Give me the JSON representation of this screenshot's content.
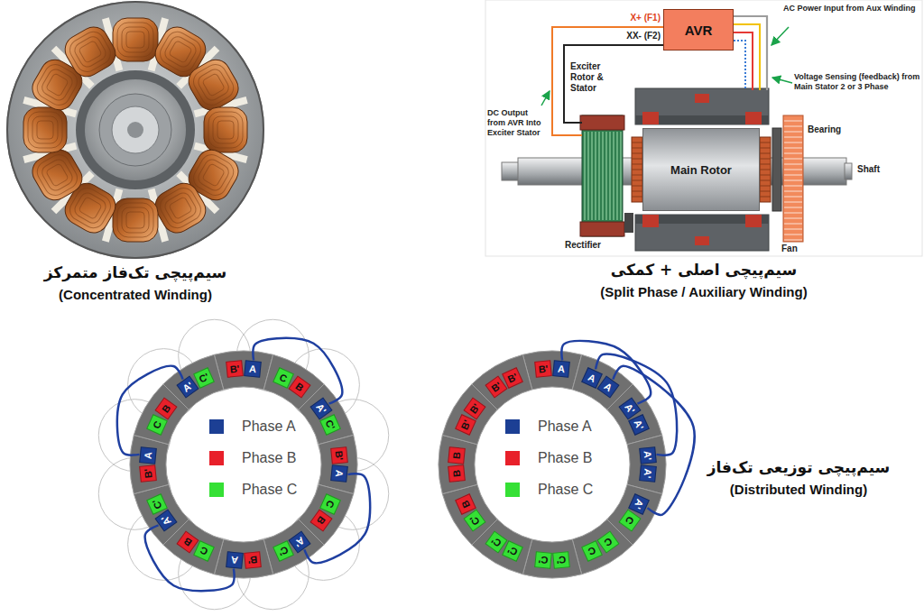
{
  "diagram": {
    "nodes": [
      {
        "text": [
          "AVR"
        ]
      },
      {
        "text": [
          "Main Rotor"
        ]
      },
      {
        "text": [
          "B'"
        ]
      },
      {
        "text": [
          "A"
        ]
      },
      {
        "text": [
          "C"
        ]
      },
      {
        "text": [
          "B"
        ]
      },
      {
        "text": [
          "A'"
        ]
      },
      {
        "text": [
          "C'"
        ]
      },
      {
        "text": [
          "B'"
        ]
      },
      {
        "text": [
          "A"
        ]
      },
      {
        "text": [
          "C"
        ]
      },
      {
        "text": [
          "B"
        ]
      },
      {
        "text": [
          "A'"
        ]
      },
      {
        "text": [
          "C'"
        ]
      },
      {
        "text": [
          "B'"
        ]
      },
      {
        "text": [
          "A"
        ]
      },
      {
        "text": [
          "C"
        ]
      },
      {
        "text": [
          "B"
        ]
      },
      {
        "text": [
          "A'"
        ]
      },
      {
        "text": [
          "C'"
        ]
      },
      {
        "text": [
          "B'"
        ]
      },
      {
        "text": [
          "A"
        ]
      },
      {
        "text": [
          "C"
        ]
      },
      {
        "text": [
          "B"
        ]
      },
      {
        "text": [
          "A'"
        ]
      },
      {
        "text": [
          "C'"
        ]
      },
      {
        "text": [
          "B'"
        ]
      },
      {
        "text": [
          "A"
        ]
      },
      {
        "text": [
          "A"
        ]
      },
      {
        "text": [
          "A"
        ]
      },
      {
        "text": [
          "A'"
        ]
      },
      {
        "text": [
          "A'"
        ]
      },
      {
        "text": [
          "A'"
        ]
      },
      {
        "text": [
          "A'"
        ]
      },
      {
        "text": [
          "A'"
        ]
      },
      {
        "text": [
          "C"
        ]
      },
      {
        "text": [
          "C"
        ]
      },
      {
        "text": [
          "C"
        ]
      },
      {
        "text": [
          "C'"
        ]
      },
      {
        "text": [
          "C'"
        ]
      },
      {
        "text": [
          "C'"
        ]
      },
      {
        "text": [
          "C'"
        ]
      },
      {
        "text": [
          "C'"
        ]
      },
      {
        "text": [
          "B"
        ]
      },
      {
        "text": [
          "B"
        ]
      },
      {
        "text": [
          "B"
        ]
      },
      {
        "text": [
          "B'"
        ]
      },
      {
        "text": [
          "B'"
        ]
      },
      {
        "text": [
          "B'"
        ]
      },
      {
        "text": [
          "B'"
        ]
      }
    ],
    "edges": [
      {
        "from": 3,
        "to": 6,
        "arrow": "none"
      },
      {
        "from": 9,
        "to": 12,
        "arrow": "none"
      },
      {
        "from": 15,
        "to": 18,
        "arrow": "none"
      },
      {
        "from": 21,
        "to": 24,
        "arrow": "none"
      },
      {
        "from": 27,
        "to": 30,
        "arrow": "none"
      },
      {
        "from": 28,
        "to": 32,
        "arrow": "none"
      },
      {
        "from": 29,
        "to": 34,
        "arrow": "none"
      }
    ],
    "labels": [
      "X+ (F1)",
      "XX- (F2)",
      "AC Power Input from Aux Winding",
      "Exciter Rotor & Stator",
      "DC Output from AVR Into Exciter Stator",
      "Voltage Sensing (feedback) from Main Stator 2 or 3 Phase",
      "Bearing",
      "Shaft",
      "Rectifier",
      "Fan",
      "سیم‌پیچی تک‌فاز متمرکز",
      "(Concentrated Winding)",
      "سیم‌پیچی اصلی + کمکی",
      "(Split Phase / Auxiliary Winding)",
      "سیم‌پیچی توزیعی تک‌فاز",
      "(Distributed Winding)"
    ],
    "legend": [
      {
        "text": "Phase A",
        "color": "#1c3f94"
      },
      {
        "text": "Phase B",
        "color": "#e8202a"
      },
      {
        "text": "Phase C",
        "color": "#35e035"
      },
      {
        "text": "Phase A",
        "color": "#1c3f94"
      },
      {
        "text": "Phase B",
        "color": "#e8202a"
      },
      {
        "text": "Phase C",
        "color": "#35e035"
      }
    ]
  }
}
